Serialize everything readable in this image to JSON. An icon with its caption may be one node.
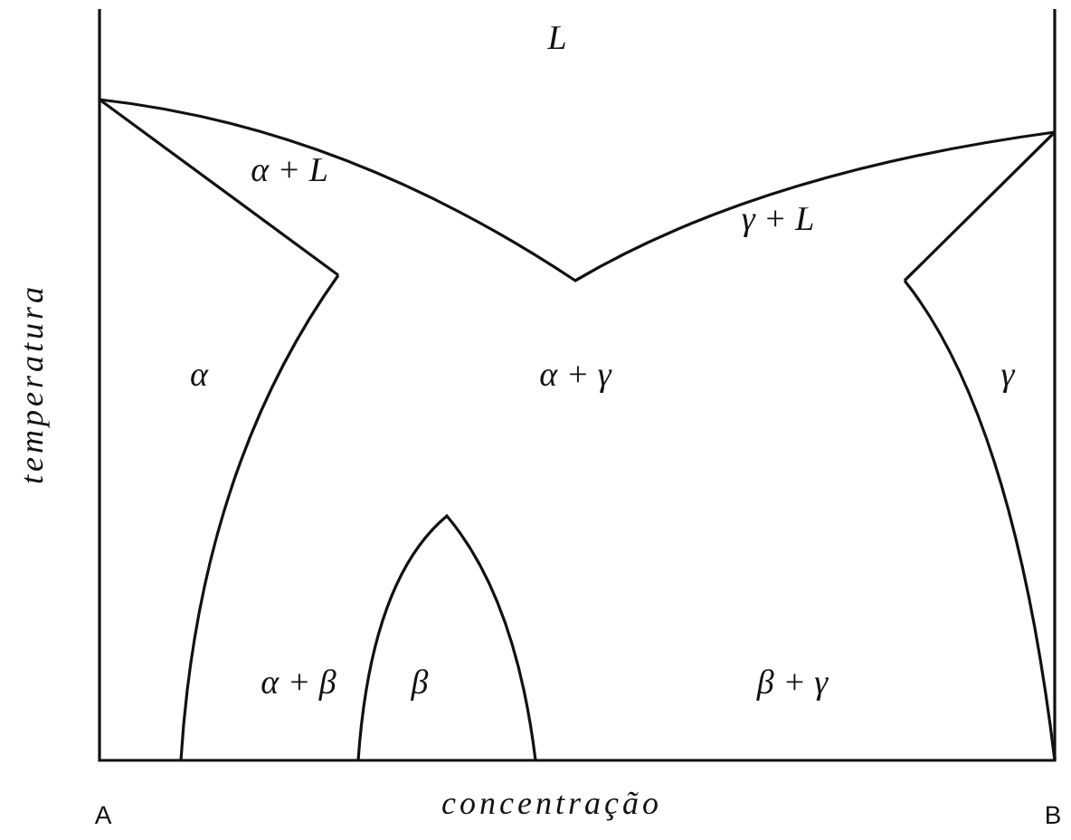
{
  "diagram": {
    "labels": [
      "L",
      "α + L",
      "γ + L",
      "α",
      "α + γ",
      "γ",
      "α + β",
      "β",
      "β + γ",
      "temperatura",
      "A",
      "concentração",
      "B"
    ]
  }
}
